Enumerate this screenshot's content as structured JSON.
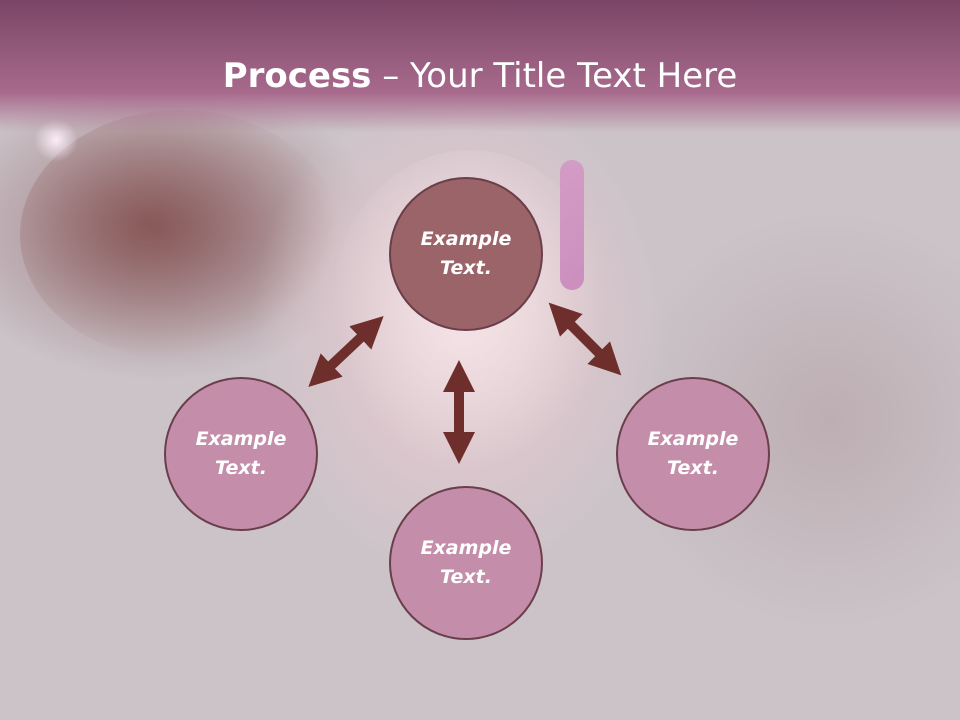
{
  "header": {
    "title_bold": "Process",
    "title_rest": " – Your Title Text Here"
  },
  "diagram": {
    "nodes": {
      "top": {
        "line1": "Example",
        "line2": "Text."
      },
      "left": {
        "line1": "Example",
        "line2": "Text."
      },
      "bottom": {
        "line1": "Example",
        "line2": "Text."
      },
      "right": {
        "line1": "Example",
        "line2": "Text."
      }
    },
    "colors": {
      "center_fill": "#9a6468",
      "outer_fill": "#c48eaa",
      "arrow": "#6e2f2c",
      "header": "#8f5577"
    }
  }
}
